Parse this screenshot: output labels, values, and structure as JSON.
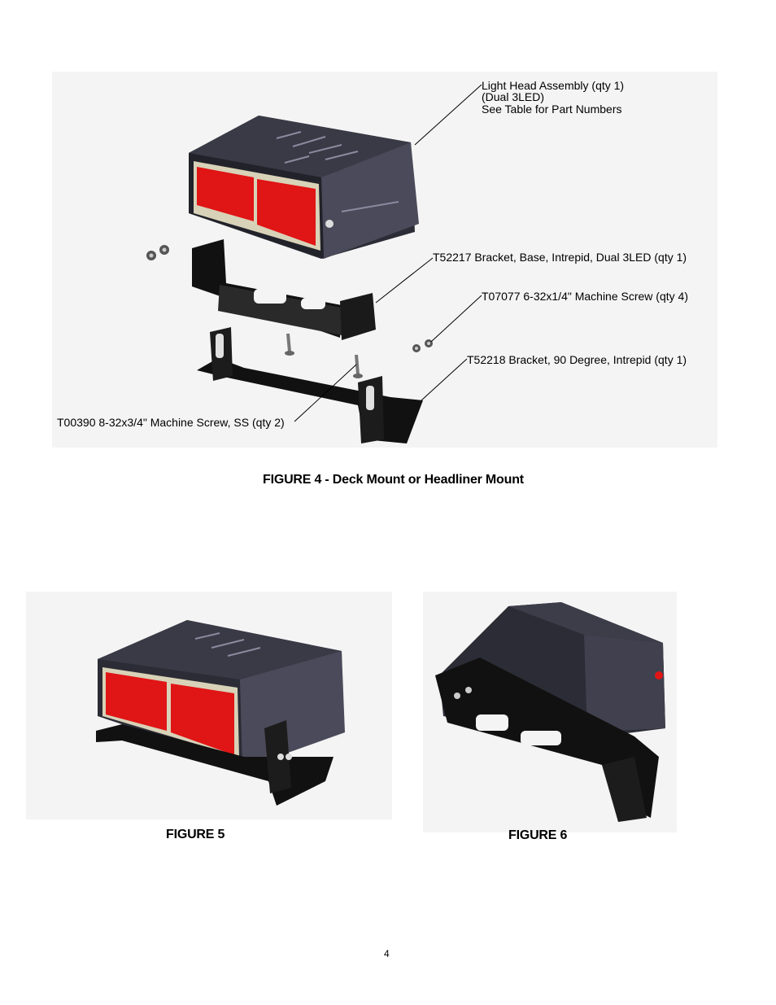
{
  "figure4": {
    "callouts": {
      "light_head_line1": "Light Head Assembly (qty 1)",
      "light_head_line2": "(Dual 3LED)",
      "light_head_line3": "See Table for Part Numbers",
      "base_bracket": "T52217 Bracket, Base, Intrepid, Dual 3LED (qty 1)",
      "machine_screw_4": "T07077 6-32x1/4\" Machine Screw (qty 4)",
      "bracket_90": "T52218 Bracket, 90 Degree, Intrepid (qty 1)",
      "machine_screw_ss": "T00390 8-32x3/4\" Machine Screw, SS (qty 2)"
    },
    "caption": "FIGURE 4 - Deck Mount or Headliner Mount"
  },
  "figure5": {
    "caption": "FIGURE 5"
  },
  "figure6": {
    "caption": "FIGURE 6"
  },
  "page_number": "4",
  "colors": {
    "lens_red": "#e01515",
    "housing": "#2a2a33",
    "bracket": "#111111"
  }
}
